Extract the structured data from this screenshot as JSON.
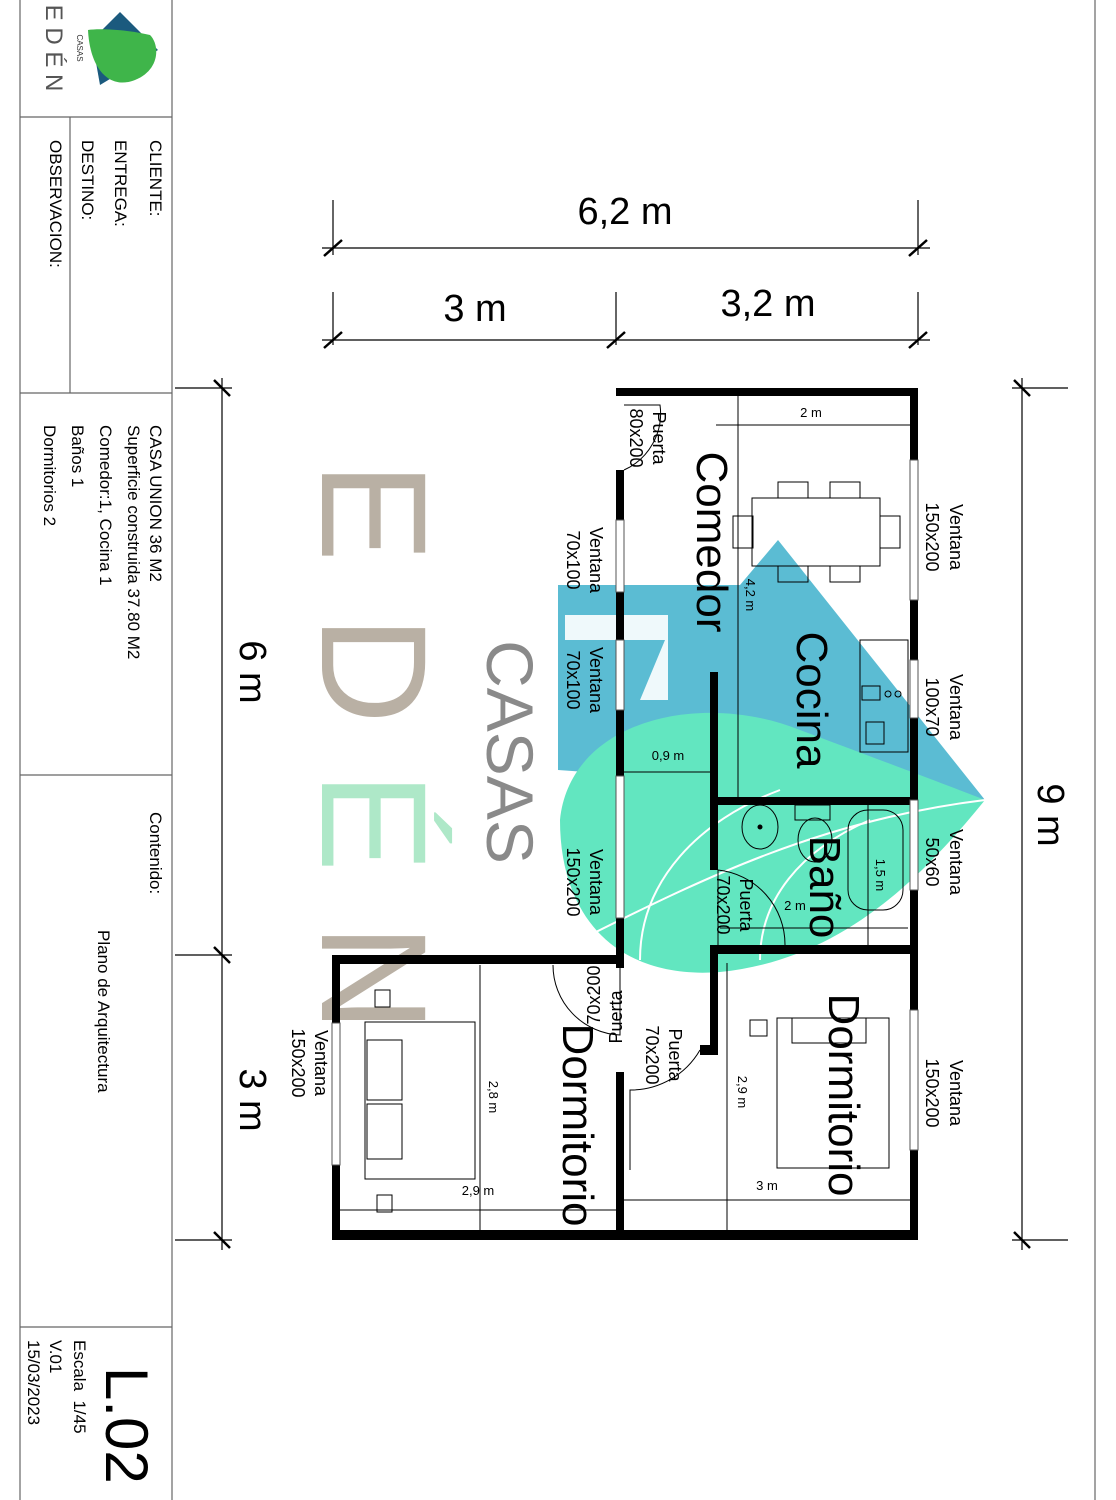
{
  "logo": {
    "brand": "E D É N",
    "sub": "CASAS"
  },
  "title_block": {
    "fields": [
      "CLIENTE:",
      "ENTREGA:",
      "DESTINO:",
      "OBSERVACION:"
    ],
    "description": [
      "CASA UNION 36 M2",
      "Superficie construida 37.80 M2",
      "Comedor:1, Cocina 1",
      "Baños 1",
      "Dormitorios 2"
    ],
    "content_label": "Contenido:",
    "content_value": "Plano de Arquitectura",
    "sheet": "L.02",
    "scale": "Escala  1/45",
    "version": "V.01",
    "date": "15/03/2023"
  },
  "watermark": {
    "letters": [
      "E",
      "D",
      "É",
      "N"
    ],
    "sub": "CASAS"
  },
  "dimensions": {
    "total_width": "6,2 m",
    "left_width": "3 m",
    "right_width": "3,2 m",
    "left_upper": "6 m",
    "left_lower": "3 m",
    "right_total": "9 m",
    "comedor_w": "2 m",
    "comedor_l": "4,2 m",
    "hall": "0,9 m",
    "bano_w": "1,5 m",
    "bano_l": "2 m",
    "dorm_right_l": "2,9 m",
    "dorm_right_w": "3 m",
    "dorm_left_l": "2,8 m",
    "dorm_left_w": "2,9 m"
  },
  "rooms": {
    "comedor": "Comedor",
    "cocina": "Cocina",
    "bano": "Baño",
    "dorm_right": "Dormitorio",
    "dorm_left": "Dormitorio"
  },
  "openings": {
    "win1": [
      "Ventana",
      "150x200"
    ],
    "win2": [
      "Ventana",
      "100x70"
    ],
    "win3": [
      "Ventana",
      "50x60"
    ],
    "win4": [
      "Ventana",
      "150x200"
    ],
    "win5": [
      "Ventana",
      "70x100"
    ],
    "win6": [
      "Ventana",
      "70x100"
    ],
    "win7": [
      "Ventana",
      "150x200"
    ],
    "win8": [
      "Ventana",
      "150x200"
    ],
    "door1": [
      "Puerta",
      "80x200"
    ],
    "door2": [
      "Puerta",
      "70x200"
    ],
    "door3": [
      "Puerta",
      "70x200"
    ],
    "door4": [
      "Puerta",
      "70x200"
    ]
  },
  "colors": {
    "brand_blue": "#5bbcd3",
    "brand_green": "#62e6c0",
    "watermark_gray": "#b9b0a4",
    "watermark_green": "#aee8c8"
  }
}
